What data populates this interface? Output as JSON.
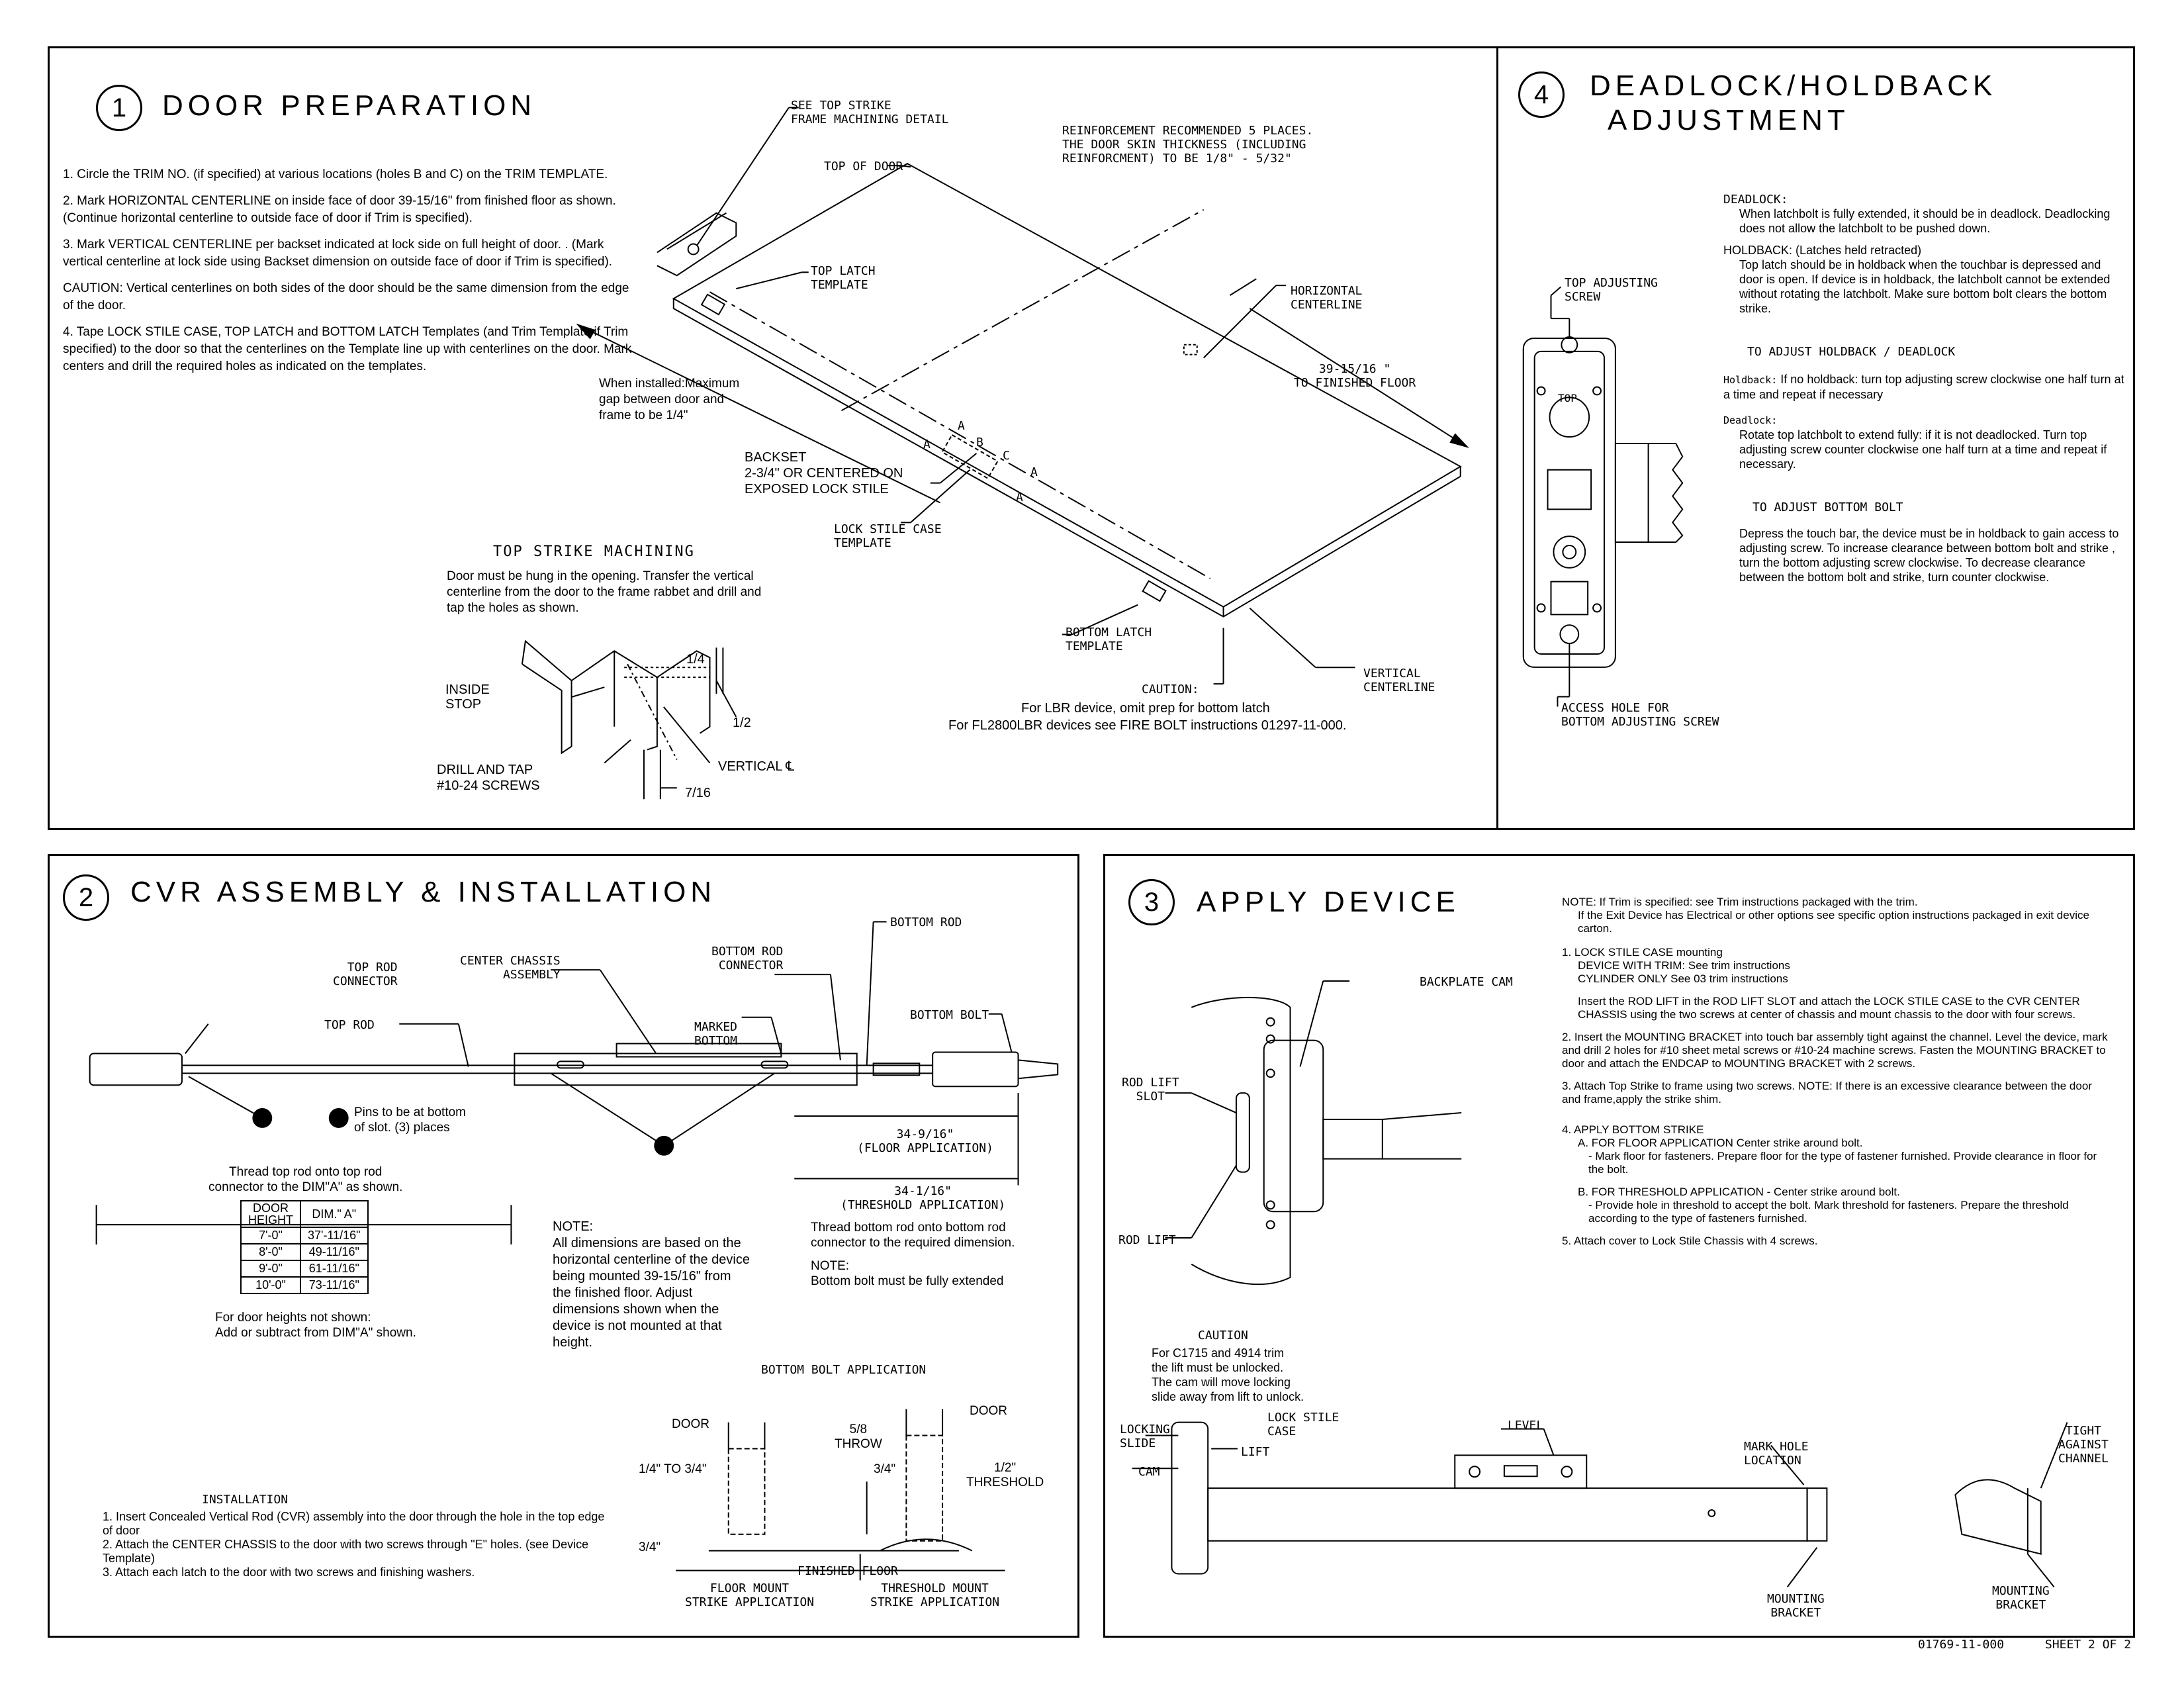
{
  "panel1": {
    "num": "1",
    "title": "DOOR PREPARATION",
    "steps": [
      "1. Circle the TRIM NO. (if specified) at various locations (holes B and C) on the TRIM TEMPLATE.",
      "2. Mark HORIZONTAL CENTERLINE on inside face of door 39-15/16\" from finished floor as shown. (Continue horizontal centerline to outside face of door if Trim is specified).",
      "3. Mark VERTICAL CENTERLINE per backset indicated at lock side on full height of door. . (Mark vertical centerline at lock side using Backset dimension on outside face of door if Trim is specified).",
      "CAUTION: Vertical centerlines on both sides of the door should be the same dimension from the edge of the door.",
      "4. Tape LOCK STILE CASE, TOP LATCH and BOTTOM LATCH Templates (and Trim Template if Trim specified) to the door so that the centerlines on the Template line up with centerlines on the door. Mark centers and drill the required holes as indicated on the templates."
    ],
    "labels": {
      "top_strike_detail": "SEE TOP STRIKE\nFRAME MACHINING DETAIL",
      "top_of_door": "TOP OF DOOR",
      "reinforcement": "REINFORCEMENT RECOMMENDED 5 PLACES.\nTHE DOOR SKIN THICKNESS (INCLUDING\nREINFORCMENT) TO BE 1/8\" - 5/32\"",
      "top_latch_template": "TOP LATCH\nTEMPLATE",
      "horizontal_centerline": "HORIZONTAL\nCENTERLINE",
      "floor_dim": "39-15/16 \"\nTO FINISHED FLOOR",
      "gap": "When installed:Maximum\ngap between door and\nframe to be 1/4\"",
      "backset": "BACKSET\n2-3/4\" OR CENTERED ON\nEXPOSED LOCK STILE",
      "lock_stile_template": "LOCK STILE CASE\nTEMPLATE",
      "bottom_latch_template": "BOTTOM LATCH\nTEMPLATE",
      "vertical_centerline": "VERTICAL\nCENTERLINE",
      "caution_head": "CAUTION:",
      "caution_1": "For LBR device, omit prep for bottom latch",
      "caution_2": "For FL2800LBR devices see FIRE BOLT instructions 01297-11-000.",
      "hole_a1": "A",
      "hole_a2": "A",
      "hole_a3": "A",
      "hole_a4": "A",
      "hole_b": "B",
      "hole_c": "C"
    },
    "strike": {
      "title": "TOP STRIKE MACHINING",
      "text": "Door must be hung in the opening. Transfer the vertical centerline from the door to the frame rabbet and drill and tap the holes as shown.",
      "inside_stop": "INSIDE\nSTOP",
      "drill_tap": "DRILL AND TAP\n#10-24 SCREWS",
      "d_1_4": "1/4",
      "d_1_2": "1/2",
      "vertical": "VERTICAL ℄",
      "d_7_16": "7/16"
    }
  },
  "panel4": {
    "num": "4",
    "title_1": "DEADLOCK/HOLDBACK",
    "title_2": "ADJUSTMENT",
    "top_screw": "TOP ADJUSTING\nSCREW",
    "access_hole": "ACCESS HOLE FOR\nBOTTOM ADJUSTING SCREW",
    "top_tag": "TOP",
    "deadlock_head": "DEADLOCK:",
    "deadlock_text": "When latchbolt is fully extended, it should be in deadlock. Deadlocking does not allow the latchbolt to be pushed down.",
    "holdback_head": "HOLDBACK: (Latches held retracted)",
    "holdback_text": "Top latch should be in holdback when the touchbar is depressed and door is open. If device is in holdback, the latchbolt cannot be extended without rotating the latchbolt. Make sure bottom bolt clears the bottom strike.",
    "adjust_head": "TO ADJUST HOLDBACK / DEADLOCK",
    "holdback_adj_head": "Holdback:",
    "holdback_adj": "If no holdback: turn top adjusting screw clockwise one half turn at a time and repeat if necessary",
    "deadlock_adj_head": "Deadlock:",
    "deadlock_adj": "Rotate top latchbolt to extend fully: if it is not deadlocked. Turn top adjusting screw counter clockwise one half turn at a time and repeat if necessary.",
    "bottom_head": "TO ADJUST BOTTOM BOLT",
    "bottom_text": "Depress the touch bar, the device must be in holdback to gain access to adjusting screw. To increase clearance between bottom bolt and strike , turn the bottom adjusting screw clockwise. To decrease clearance between the bottom bolt and strike, turn counter clockwise."
  },
  "panel2": {
    "num": "2",
    "title": "CVR ASSEMBLY & INSTALLATION",
    "labels": {
      "top_rod_connector": "TOP ROD\nCONNECTOR",
      "center_chassis": "CENTER CHASSIS\nASSEMBLY",
      "bottom_rod_connector": "BOTTOM ROD\nCONNECTOR",
      "bottom_rod": "BOTTOM ROD",
      "top_rod": "TOP ROD",
      "marked_bottom": "MARKED\nBOTTOM",
      "bottom_bolt": "BOTTOM BOLT",
      "pins": "Pins to be at bottom\nof slot. (3) places",
      "floor_app": "34-9/16\"\n(FLOOR APPLICATION)",
      "threshold_app": "34-1/16\"\n(THRESHOLD APPLICATION)"
    },
    "thread_top": "Thread top rod onto top rod\nconnector to the DIM\"A\" as shown.",
    "table_head": [
      "DOOR\nHEIGHT",
      "DIM.\" A\""
    ],
    "table_rows": [
      [
        "7'-0\"",
        "37'-11/16\""
      ],
      [
        "8'-0\"",
        "49-11/16\""
      ],
      [
        "9'-0\"",
        "61-11/16\""
      ],
      [
        "10'-0\"",
        "73-11/16\""
      ]
    ],
    "table_note": "For door heights not shown:\nAdd or subtract from DIM\"A\" shown.",
    "note_head": "NOTE:",
    "note_text": "All dimensions are based on the horizontal centerline of the device being mounted 39-15/16\" from the finished floor. Adjust dimensions shown when the device is not mounted at that height.",
    "thread_bottom": "Thread bottom rod onto bottom rod connector to the required dimension.",
    "note2_head": "NOTE:",
    "note2_text": "Bottom bolt must be fully extended",
    "bolt_app_title": "BOTTOM BOLT APPLICATION",
    "bolt": {
      "door_1": "DOOR",
      "door_2": "DOOR",
      "d58": "5/8\nTHROW",
      "range": "1/4\" TO 3/4\"",
      "d34a": "3/4\"",
      "d12": "1/2\"\nTHRESHOLD",
      "d34b": "3/4\"",
      "finished_floor": "FINISHED FLOOR",
      "floor_mount": "FLOOR MOUNT\nSTRIKE APPLICATION",
      "threshold_mount": "THRESHOLD MOUNT\nSTRIKE APPLICATION"
    },
    "install_head": "INSTALLATION",
    "install_steps": [
      "1. Insert Concealed Vertical Rod (CVR) assembly into the door through the hole in the top edge of door",
      "2. Attach the CENTER CHASSIS to the door with two screws through \"E\" holes. (see Device Template)",
      "3. Attach each latch to the door with two screws and finishing washers."
    ]
  },
  "panel3": {
    "num": "3",
    "title": "APPLY DEVICE",
    "labels": {
      "backplate_cam": "BACKPLATE CAM",
      "rod_lift_slot": "ROD LIFT\nSLOT",
      "rod_lift": "ROD LIFT",
      "caution_head": "CAUTION",
      "caution_text": "For C1715 and 4914 trim\nthe lift must be unlocked.\nThe cam will move locking\nslide away from lift to unlock.",
      "locking_slide": "LOCKING\nSLIDE",
      "lock_stile_case": "LOCK STILE\nCASE",
      "lift": "LIFT",
      "cam": "CAM",
      "level": "LEVEL",
      "mark_hole": "MARK HOLE\nLOCATION",
      "mounting_bracket_1": "MOUNTING\nBRACKET",
      "tight": "TIGHT\nAGAINST\nCHANNEL",
      "mounting_bracket_2": "MOUNTING\nBRACKET"
    },
    "note_1": "NOTE: If Trim is specified: see Trim instructions packaged with the trim.",
    "note_2": "If the Exit Device has Electrical or other options see specific option instructions packaged in exit device carton.",
    "step1_head": "1. LOCK STILE CASE mounting",
    "step1_a": "DEVICE WITH TRIM: See trim instructions",
    "step1_b": "CYLINDER ONLY See 03 trim instructions",
    "step1_c": "Insert the ROD LIFT in the ROD LIFT SLOT and attach the LOCK STILE CASE to the CVR CENTER CHASSIS using the two screws at center of chassis and mount chassis to the door with four screws.",
    "step2": "2. Insert the MOUNTING BRACKET into touch bar assembly tight against the channel. Level the device, mark and drill 2 holes for #10 sheet metal screws or #10-24 machine screws. Fasten the MOUNTING BRACKET to door and attach the ENDCAP to MOUNTING BRACKET with 2 screws.",
    "step3": "3. Attach Top Strike to frame using two screws. NOTE: If there is an excessive clearance between the door and frame,apply the strike shim.",
    "step4_head": "4. APPLY BOTTOM STRIKE",
    "step4_a": "A. FOR FLOOR APPLICATION Center strike around bolt.",
    "step4_a1": "- Mark floor for fasteners. Prepare floor for the type of fastener furnished. Provide clearance in floor for the bolt.",
    "step4_b": "B. FOR THRESHOLD APPLICATION - Center strike around bolt.",
    "step4_b1": "- Provide hole in threshold to accept the bolt. Mark threshold for fasteners. Prepare the threshold according to the type of fasteners furnished.",
    "step5": "5. Attach cover to Lock Stile Chassis with 4 screws."
  },
  "footer": {
    "doc_no": "01769-11-000",
    "sheet": "SHEET 2 OF 2"
  }
}
